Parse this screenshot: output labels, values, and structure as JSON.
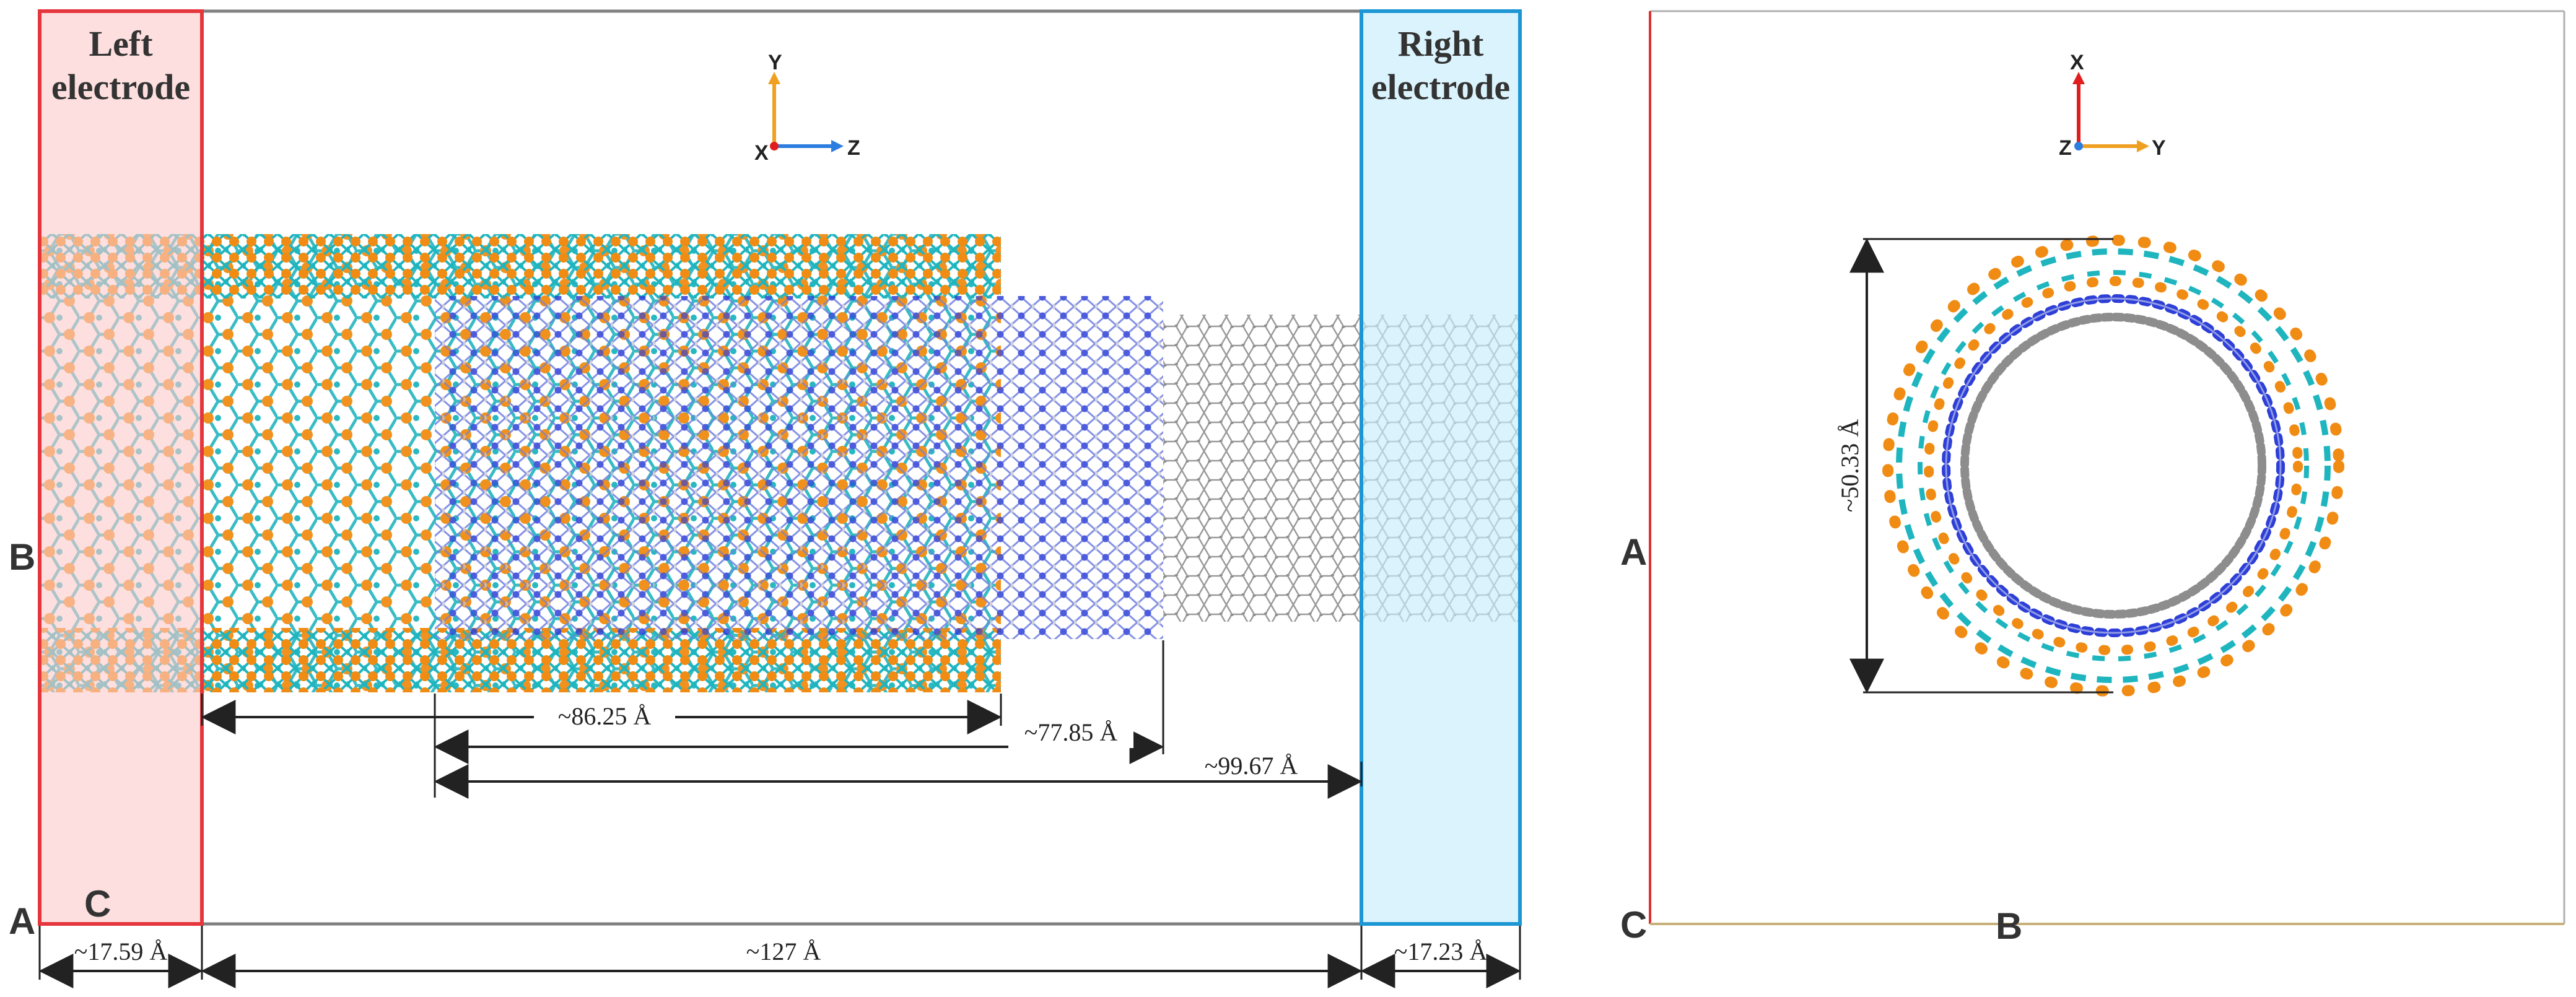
{
  "left_panel": {
    "left_electrode_line1": "Left",
    "left_electrode_line2": "electrode",
    "right_electrode_line1": "Right",
    "right_electrode_line2": "electrode",
    "axes": {
      "up": "Y",
      "right": "Z",
      "origin": "X"
    },
    "corner_labels": {
      "a": "A",
      "b": "B",
      "c": "C"
    },
    "dimensions": {
      "outer_tube": "~86.25 Å",
      "middle_tube": "~77.85 Å",
      "inner_tube": "~99.67 Å",
      "left_electrode": "~17.59 Å",
      "scattering_region": "~127 Å",
      "right_electrode": "~17.23 Å"
    }
  },
  "right_panel": {
    "axes": {
      "up": "X",
      "right": "Y",
      "origin": "Z"
    },
    "corner_labels": {
      "a": "A",
      "b": "B",
      "c": "C"
    },
    "diameter": "~50.33 Å"
  },
  "colors": {
    "left_electrode_fill": "#fbcaca",
    "left_electrode_border": "#e5363d",
    "right_electrode_fill": "#c6ecfb",
    "right_electrode_border": "#1d97d4",
    "sulfur_atom": "#f08c14",
    "metal_atom": "#1fb5bf",
    "nitrogen_atom": "#2d3fd6",
    "carbon_atom": "#9a9a9a",
    "axis_y": "#f0a020",
    "axis_z": "#2c7de0",
    "axis_x_top": "#e01e1e",
    "cell_line_left": "#808080",
    "cell_line_right_a": "#e03030",
    "cell_line_right_b": "#c8b07a"
  }
}
